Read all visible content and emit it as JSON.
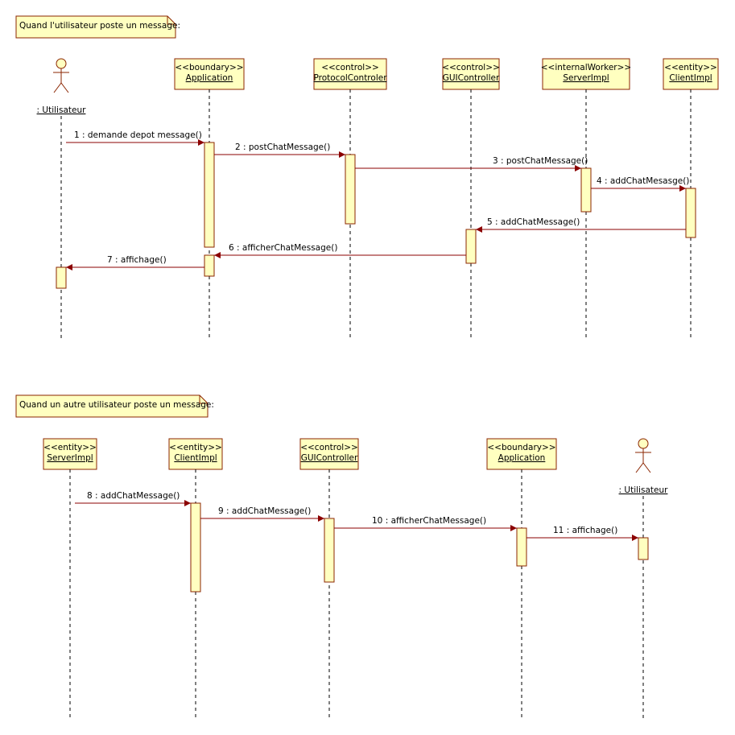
{
  "colors": {
    "box_fill": "#ffffc0",
    "box_stroke": "#8b2500",
    "line": "#8b0000",
    "lifeline": "#000000"
  },
  "diagrams": [
    {
      "note": "Quand l'utilisateur poste un message:",
      "participants": [
        {
          "kind": "actor",
          "name": ": Utilisateur"
        },
        {
          "kind": "object",
          "stereotype": "<<boundary>>",
          "name": "Application"
        },
        {
          "kind": "object",
          "stereotype": "<<control>>",
          "name": "ProtocolControler"
        },
        {
          "kind": "object",
          "stereotype": "<<control>>",
          "name": "GUIController"
        },
        {
          "kind": "object",
          "stereotype": "<<internalWorker>>",
          "name": "ServerImpl"
        },
        {
          "kind": "object",
          "stereotype": "<<entity>>",
          "name": "ClientImpl"
        }
      ],
      "messages": [
        {
          "label": "1 : demande depot message()",
          "from": 0,
          "to": 1,
          "seq": 1
        },
        {
          "label": "2 : postChatMessage()",
          "from": 1,
          "to": 2,
          "seq": 2
        },
        {
          "label": "3 : postChatMessage()",
          "from": 2,
          "to": 4,
          "seq": 3
        },
        {
          "label": "4 : addChatMesasge()",
          "from": 4,
          "to": 5,
          "seq": 4
        },
        {
          "label": "5 : addChatMessage()",
          "from": 5,
          "to": 3,
          "seq": 5
        },
        {
          "label": "6 : afficherChatMessage()",
          "from": 3,
          "to": 1,
          "seq": 6
        },
        {
          "label": "7 : affichage()",
          "from": 1,
          "to": 0,
          "seq": 7
        }
      ]
    },
    {
      "note": "Quand un autre utilisateur poste un message:",
      "participants": [
        {
          "kind": "object",
          "stereotype": "<<entity>>",
          "name": "ServerImpl"
        },
        {
          "kind": "object",
          "stereotype": "<<entity>>",
          "name": "ClientImpl"
        },
        {
          "kind": "object",
          "stereotype": "<<control>>",
          "name": "GUIController"
        },
        {
          "kind": "object",
          "stereotype": "<<boundary>>",
          "name": "Application"
        },
        {
          "kind": "actor",
          "name": ": Utilisateur"
        }
      ],
      "messages": [
        {
          "label": "8 : addChatMessage()",
          "from": 0,
          "to": 1,
          "seq": 8
        },
        {
          "label": "9 : addChatMessage()",
          "from": 1,
          "to": 2,
          "seq": 9
        },
        {
          "label": "10 : afficherChatMessage()",
          "from": 2,
          "to": 3,
          "seq": 10
        },
        {
          "label": "11 : affichage()",
          "from": 3,
          "to": 4,
          "seq": 11
        }
      ]
    }
  ]
}
